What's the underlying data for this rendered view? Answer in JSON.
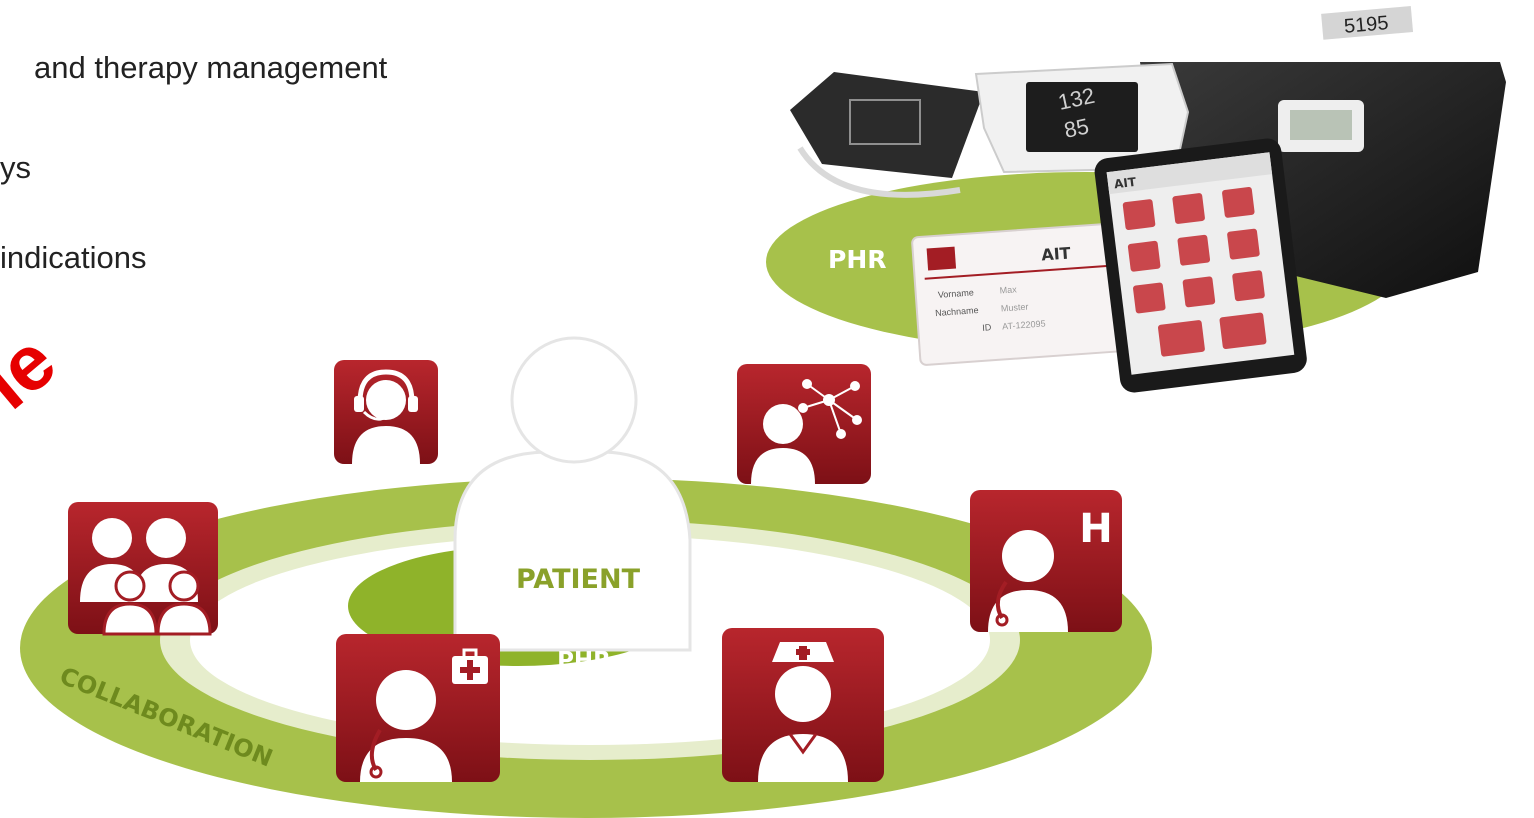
{
  "bullets": [
    "and therapy management",
    "ys",
    "indications"
  ],
  "red_fragment": "le",
  "diagram": {
    "patient_label": "PATIENT",
    "inner_ring_label": "PHR",
    "outer_ring_label": "COLLABORATION",
    "hospital_letter": "H"
  },
  "devices": {
    "ring_label": "PHR",
    "scale_readout": "5195",
    "monitor_readout_top": "132",
    "monitor_readout_bottom": "85",
    "card_brand": "AIT",
    "card_fields": [
      {
        "label": "Vorname",
        "value": "Max"
      },
      {
        "label": "Nachname",
        "value": "Muster"
      },
      {
        "label": "ID",
        "value": "AT-122095"
      }
    ],
    "phone_app_title": "AIT"
  },
  "colors": {
    "ring_green": "#a7c14b",
    "ring_green_light": "#c9d88c",
    "inner_green": "#8fb32a",
    "icon_red": "#a31d24",
    "icon_red_dark": "#7d1016",
    "alert_red": "#e60000"
  },
  "icons": [
    "headset-person-icon",
    "network-person-icon",
    "family-icon",
    "doctor-hospital-icon",
    "doctor-bag-icon",
    "nurse-icon"
  ]
}
